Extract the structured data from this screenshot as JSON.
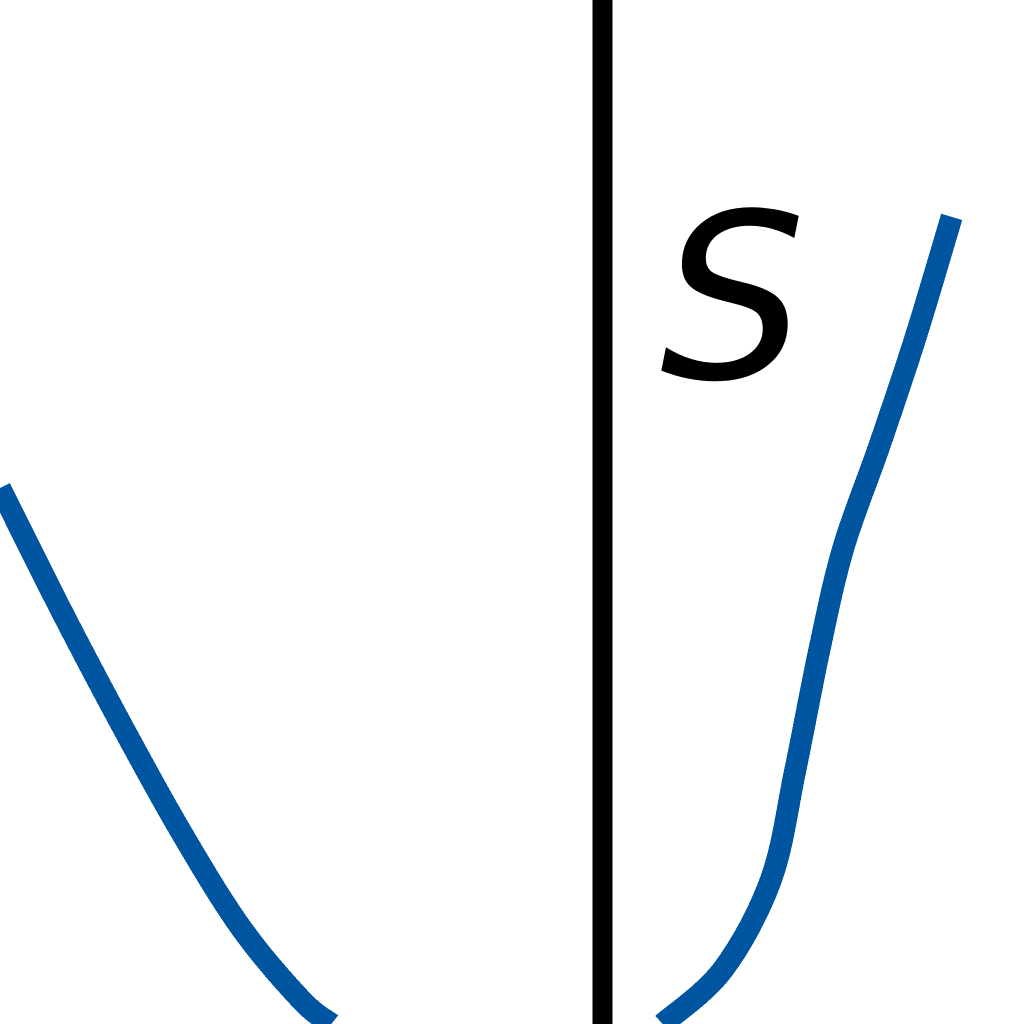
{
  "chart_data": {
    "type": "line",
    "title": "",
    "xlabel": "",
    "ylabel": "S",
    "grid": false,
    "legend": "none",
    "series": [
      {
        "color": "#0055a0",
        "points": [
          [
            -1.0,
            0.55
          ],
          [
            -0.9,
            0.35
          ],
          [
            -0.8,
            0.16
          ],
          [
            -0.7,
            -0.02
          ],
          [
            -0.6,
            -0.18
          ],
          [
            -0.5,
            -0.3
          ],
          [
            -0.45,
            -0.34
          ]
        ]
      },
      {
        "color": "#0055a0",
        "points": [
          [
            0.1,
            -0.34
          ],
          [
            0.2,
            -0.25
          ],
          [
            0.28,
            -0.1
          ],
          [
            0.32,
            0.08
          ],
          [
            0.36,
            0.28
          ],
          [
            0.4,
            0.45
          ],
          [
            0.46,
            0.62
          ],
          [
            0.52,
            0.8
          ],
          [
            0.58,
            1.0
          ]
        ]
      }
    ],
    "xlim": [
      -1.0,
      0.7
    ],
    "ylim": [
      -0.34,
      1.36
    ],
    "axis_color": "#000000"
  }
}
